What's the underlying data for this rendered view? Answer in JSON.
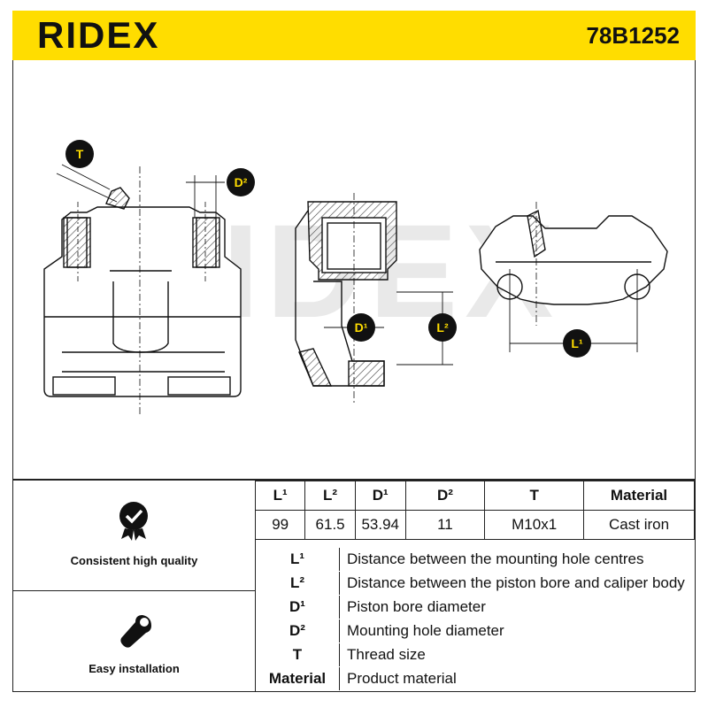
{
  "header": {
    "brand": "RIDEX",
    "part_number": "78B1252"
  },
  "drawing": {
    "watermark": "RIDEX",
    "labels": {
      "T": "T",
      "D2": "D²",
      "D1": "D¹",
      "L2": "L²",
      "L1": "L¹"
    }
  },
  "features": [
    {
      "label": "Consistent high quality",
      "icon": "check-shield-icon"
    },
    {
      "label": "Easy installation",
      "icon": "wrench-icon"
    }
  ],
  "spec_table": {
    "headers": [
      "L¹",
      "L²",
      "D¹",
      "D²",
      "T",
      "Material"
    ],
    "values": [
      "99",
      "61.5",
      "53.94",
      "11",
      "M10x1",
      "Cast iron"
    ]
  },
  "legend": [
    {
      "key": "L¹",
      "desc": "Distance between the mounting hole centres"
    },
    {
      "key": "L²",
      "desc": "Distance between the piston bore and caliper body"
    },
    {
      "key": "D¹",
      "desc": "Piston bore diameter"
    },
    {
      "key": "D²",
      "desc": "Mounting hole diameter"
    },
    {
      "key": "T",
      "desc": "Thread size"
    },
    {
      "key": "Material",
      "desc": "Product material"
    }
  ],
  "colors": {
    "accent": "#ffdd00",
    "ink": "#111111",
    "hatch": "#555555",
    "watermark": "#e6e6e6"
  }
}
